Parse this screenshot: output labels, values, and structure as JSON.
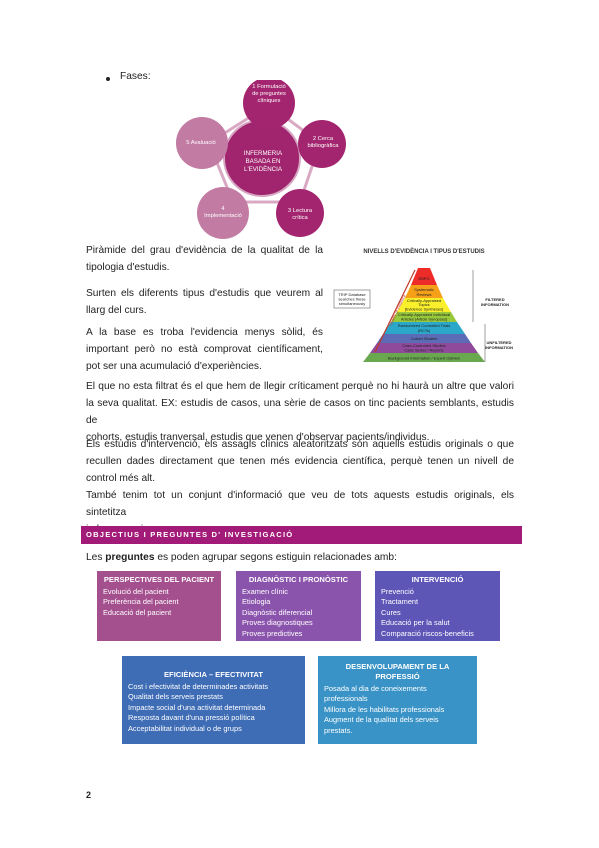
{
  "bullet": {
    "label": "Fases:"
  },
  "cycle": {
    "center": [
      "INFERMERIA",
      "BASADA EN",
      "L'EVIDÈNCIA"
    ],
    "steps": [
      [
        "1 Formulació",
        "de preguntes",
        "clíniques"
      ],
      [
        "2 Cerca",
        "bibliogràfica"
      ],
      [
        "3 Lectura",
        "crítica"
      ],
      [
        "4",
        "Implementació"
      ],
      [
        "5 Avaluació"
      ]
    ],
    "colors": {
      "node": "#a3256f",
      "node_light": "#c27ba3",
      "center": "#a0246e",
      "ring": "#d9a9c4"
    }
  },
  "paragraphs": {
    "p1": [
      "Piràmide del grau d'evidència de la qualitat de la",
      "tipologia d'estudis."
    ],
    "p2": [
      "Surten els diferents tipus d'estudis que veurem al",
      "llarg del curs."
    ],
    "p3": [
      "A la base es troba l'evidencia menys sòlid, és",
      "important però no està comprovat científicament,",
      "pot ser una acumulació d'experiències."
    ],
    "p4": [
      "El que no esta filtrat és el que hem de llegir críticament perquè no hi haurà un altre que valori",
      "la seva qualitat. EX: estudis de casos, una sèrie de casos on tinc pacients semblants, estudis de",
      "cohorts, estudis tranversal, estudis que venen d'observar pacients/individus."
    ],
    "p5": [
      "Els estudis d'intervenció, els assagis clínics aleatoritzats són aquells estudis originals o que",
      "recullen dades directament que tenen més evidencia científica, perquè tenen un nivell de",
      "control més alt."
    ],
    "p6": [
      "També tenim tot un conjunt d'informació que veu de tots aquests estudis originals, els sintetitza",
      "i els resumeix."
    ]
  },
  "pyramid": {
    "title": "NIVELLS D'EVIDÈNCIA I TIPUS D'ESTUDIS",
    "levels": [
      [
        "EBPG"
      ],
      [
        "Systematic",
        "Reviews"
      ],
      [
        "Critically-Appraised",
        "Topics",
        "[Evidence Syntheses]"
      ],
      [
        "Critically-Appraised Individual",
        "Articles [Article Synopses]"
      ],
      [
        "Randomized Controlled Trials",
        "(RCTs)"
      ],
      [
        "Cohort Studies"
      ],
      [
        "Case-Controlled Studies",
        "Case Series / Reports"
      ],
      [
        "Background Information / Expert Opinion"
      ]
    ],
    "left_label": [
      "TRIP Database",
      "searches these",
      "simultaneously"
    ],
    "side_arrow": "Quality of evidence",
    "filtered": [
      "FILTERED",
      "INFORMATION"
    ],
    "unfiltered": [
      "UNFILTERED",
      "INFORMATION"
    ],
    "colors": [
      "#ed2c2a",
      "#f6a01a",
      "#f9ef2b",
      "#98c93c",
      "#2ba8c9",
      "#5b6bb5",
      "#8f4a9b",
      "#6aa84f"
    ]
  },
  "section": {
    "title": "OBJECTIUS I PREGUNTES D' INVESTIGACIÓ"
  },
  "intro": {
    "before": "Les ",
    "bold": "preguntes",
    "after": " es poden agrupar segons estiguin relacionades amb:"
  },
  "boxes": [
    {
      "id": "perspectives",
      "title": [
        "PERSPECTIVES DEL PACIENT"
      ],
      "items": [
        "Evolució del pacient",
        "Preferència del pacient",
        "Educació del pacient"
      ],
      "color": "#a4508f"
    },
    {
      "id": "diagnostic",
      "title": [
        "DIAGNÒSTIC I PRONÒSTIC"
      ],
      "items": [
        "Examen clínic",
        "Etiologia",
        "Diagnòstic diferencial",
        "Proves diagnostiques",
        "Proves predictives"
      ],
      "color": "#8b54ac"
    },
    {
      "id": "intervencio",
      "title": [
        "INTERVENCIÓ"
      ],
      "items": [
        "Prevenció",
        "Tractament",
        "Cures",
        "Educació per la salut",
        "Comparació riscos-beneficis"
      ],
      "color": "#5e56b7"
    },
    {
      "id": "eficiencia",
      "title": [
        "EFICIÈNCIA – EFECTIVITAT"
      ],
      "items": [
        "Cost i efectivitat de determinades activitats",
        "Qualitat dels serveis prestats",
        "Impacte social d'una activitat determinada",
        "Resposta davant d'una pressió política",
        "Acceptabilitat individual o de grups"
      ],
      "color": "#3e6cb5"
    },
    {
      "id": "desenvolupament",
      "title": [
        "DESENVOLUPAMENT DE LA",
        "PROFESSIÓ"
      ],
      "items": [
        "Posada al dia de coneixements",
        "professionals",
        "Millora de les habilitats professionals",
        "Augment de la qualitat dels serveis",
        "prestats."
      ],
      "color": "#3a93c6"
    }
  ],
  "footer": {
    "page_number": "2"
  }
}
